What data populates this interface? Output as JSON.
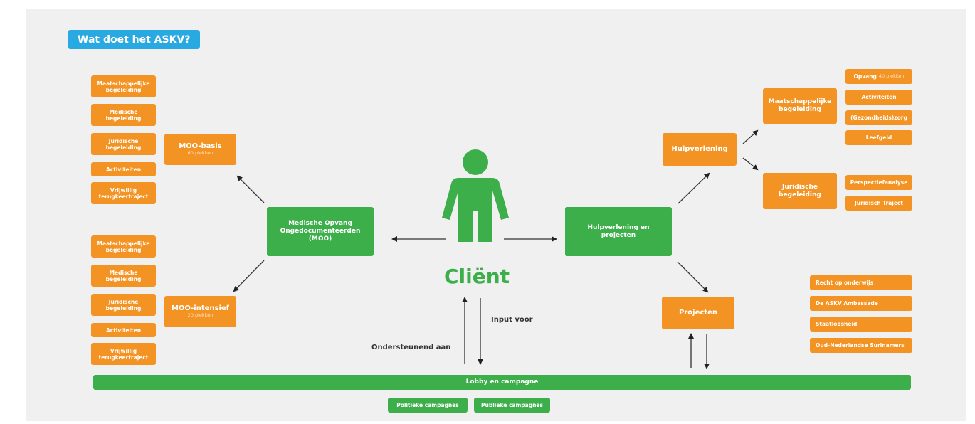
{
  "title": "Wat doet het ASKV?",
  "client": "Cliënt",
  "center": {
    "moo": "Medische Opvang Ongedocumenteerden (MOO)",
    "hulp_projecten": "Hulpverlening en projecten"
  },
  "moo_basis": {
    "label": "MOO-basis",
    "sub": "60 plekken"
  },
  "moo_intensief": {
    "label": "MOO-intensief",
    "sub": "20 plekken"
  },
  "basis_items": [
    "Maatschappelijke begeleiding",
    "Medische begeleiding",
    "Juridische begeleiding",
    "Activiteiten",
    "Vrijwillig terugkeertraject"
  ],
  "intensief_items": [
    "Maatschappelijke begeleiding",
    "Medische begeleiding",
    "Juridische begeleiding",
    "Activiteiten",
    "Vrijwillig terugkeertraject"
  ],
  "hulpverlening": "Hulpverlening",
  "maatschappelijk": "Maatschappelijke begeleiding",
  "juridisch": "Juridische begeleiding",
  "maat_items": [
    {
      "label": "Opvang",
      "sub": "40 plekken"
    },
    {
      "label": "Activiteiten",
      "sub": ""
    },
    {
      "label": "(Gezondheids)zorg",
      "sub": ""
    },
    {
      "label": "Leefgeld",
      "sub": ""
    }
  ],
  "jur_items": [
    "Perspectiefanalyse",
    "Juridisch Traject"
  ],
  "projecten": "Projecten",
  "project_items": [
    "Recht op onderwijs",
    "De ASKV Ambassade",
    "Staatloosheid",
    "Oud-Nederlandse Surinamers"
  ],
  "input_voor": "Input voor",
  "ondersteunend": "Ondersteunend aan",
  "lobby": "Lobby en campagne",
  "campagnes": [
    "Politieke campagnes",
    "Publieke campagnes"
  ],
  "colors": {
    "orange": "#f39323",
    "green": "#3cae4a",
    "blue": "#29a9e1"
  }
}
